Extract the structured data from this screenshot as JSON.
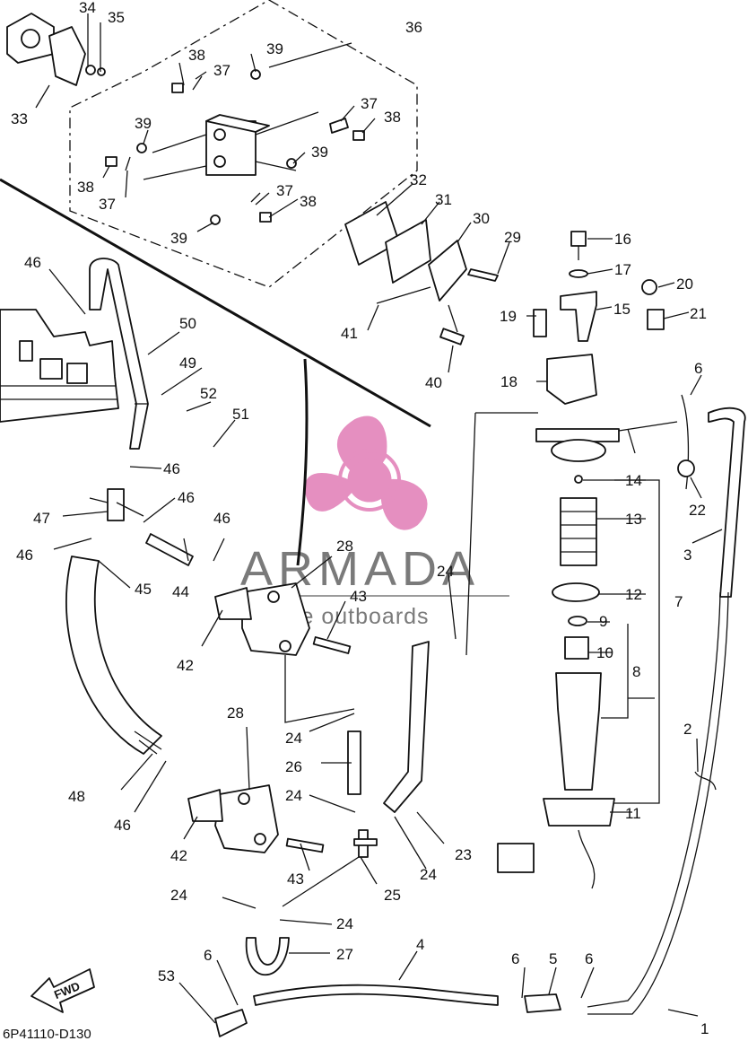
{
  "diagram": {
    "part_code": "6P41110-D130",
    "fwd_label": "FWD",
    "watermark": {
      "brand": "ARMADA",
      "tagline": "marine outboards",
      "colors": {
        "logo": "#e58fc0",
        "text": "#7a7a7a"
      }
    },
    "callouts": [
      {
        "id": "c1",
        "text": "1"
      },
      {
        "id": "c2",
        "text": "2"
      },
      {
        "id": "c3",
        "text": "3"
      },
      {
        "id": "c4",
        "text": "4"
      },
      {
        "id": "c5",
        "text": "5"
      },
      {
        "id": "c6a",
        "text": "6"
      },
      {
        "id": "c6b",
        "text": "6"
      },
      {
        "id": "c6c",
        "text": "6"
      },
      {
        "id": "c6d",
        "text": "6"
      },
      {
        "id": "c7",
        "text": "7"
      },
      {
        "id": "c8",
        "text": "8"
      },
      {
        "id": "c9",
        "text": "9"
      },
      {
        "id": "c10",
        "text": "10"
      },
      {
        "id": "c11",
        "text": "11"
      },
      {
        "id": "c12",
        "text": "12"
      },
      {
        "id": "c13",
        "text": "13"
      },
      {
        "id": "c14",
        "text": "14"
      },
      {
        "id": "c15",
        "text": "15"
      },
      {
        "id": "c16",
        "text": "16"
      },
      {
        "id": "c17",
        "text": "17"
      },
      {
        "id": "c18",
        "text": "18"
      },
      {
        "id": "c19",
        "text": "19"
      },
      {
        "id": "c20",
        "text": "20"
      },
      {
        "id": "c21",
        "text": "21"
      },
      {
        "id": "c22",
        "text": "22"
      },
      {
        "id": "c23",
        "text": "23"
      },
      {
        "id": "c24a",
        "text": "24"
      },
      {
        "id": "c24b",
        "text": "24"
      },
      {
        "id": "c24c",
        "text": "24"
      },
      {
        "id": "c24d",
        "text": "24"
      },
      {
        "id": "c24e",
        "text": "24"
      },
      {
        "id": "c24f",
        "text": "24"
      },
      {
        "id": "c25",
        "text": "25"
      },
      {
        "id": "c26",
        "text": "26"
      },
      {
        "id": "c27",
        "text": "27"
      },
      {
        "id": "c28a",
        "text": "28"
      },
      {
        "id": "c28b",
        "text": "28"
      },
      {
        "id": "c29",
        "text": "29"
      },
      {
        "id": "c30",
        "text": "30"
      },
      {
        "id": "c31",
        "text": "31"
      },
      {
        "id": "c32",
        "text": "32"
      },
      {
        "id": "c33",
        "text": "33"
      },
      {
        "id": "c34",
        "text": "34"
      },
      {
        "id": "c35",
        "text": "35"
      },
      {
        "id": "c36",
        "text": "36"
      },
      {
        "id": "c37a",
        "text": "37"
      },
      {
        "id": "c37b",
        "text": "37"
      },
      {
        "id": "c37c",
        "text": "37"
      },
      {
        "id": "c37d",
        "text": "37"
      },
      {
        "id": "c38a",
        "text": "38"
      },
      {
        "id": "c38b",
        "text": "38"
      },
      {
        "id": "c38c",
        "text": "38"
      },
      {
        "id": "c38d",
        "text": "38"
      },
      {
        "id": "c39a",
        "text": "39"
      },
      {
        "id": "c39b",
        "text": "39"
      },
      {
        "id": "c39c",
        "text": "39"
      },
      {
        "id": "c39d",
        "text": "39"
      },
      {
        "id": "c40",
        "text": "40"
      },
      {
        "id": "c41",
        "text": "41"
      },
      {
        "id": "c42a",
        "text": "42"
      },
      {
        "id": "c42b",
        "text": "42"
      },
      {
        "id": "c43a",
        "text": "43"
      },
      {
        "id": "c43b",
        "text": "43"
      },
      {
        "id": "c44",
        "text": "44"
      },
      {
        "id": "c45",
        "text": "45"
      },
      {
        "id": "c46a",
        "text": "46"
      },
      {
        "id": "c46b",
        "text": "46"
      },
      {
        "id": "c46c",
        "text": "46"
      },
      {
        "id": "c46d",
        "text": "46"
      },
      {
        "id": "c46e",
        "text": "46"
      },
      {
        "id": "c46f",
        "text": "46"
      },
      {
        "id": "c47",
        "text": "47"
      },
      {
        "id": "c48",
        "text": "48"
      },
      {
        "id": "c49",
        "text": "49"
      },
      {
        "id": "c50",
        "text": "50"
      },
      {
        "id": "c51",
        "text": "51"
      },
      {
        "id": "c52",
        "text": "52"
      },
      {
        "id": "c53",
        "text": "53"
      }
    ]
  }
}
